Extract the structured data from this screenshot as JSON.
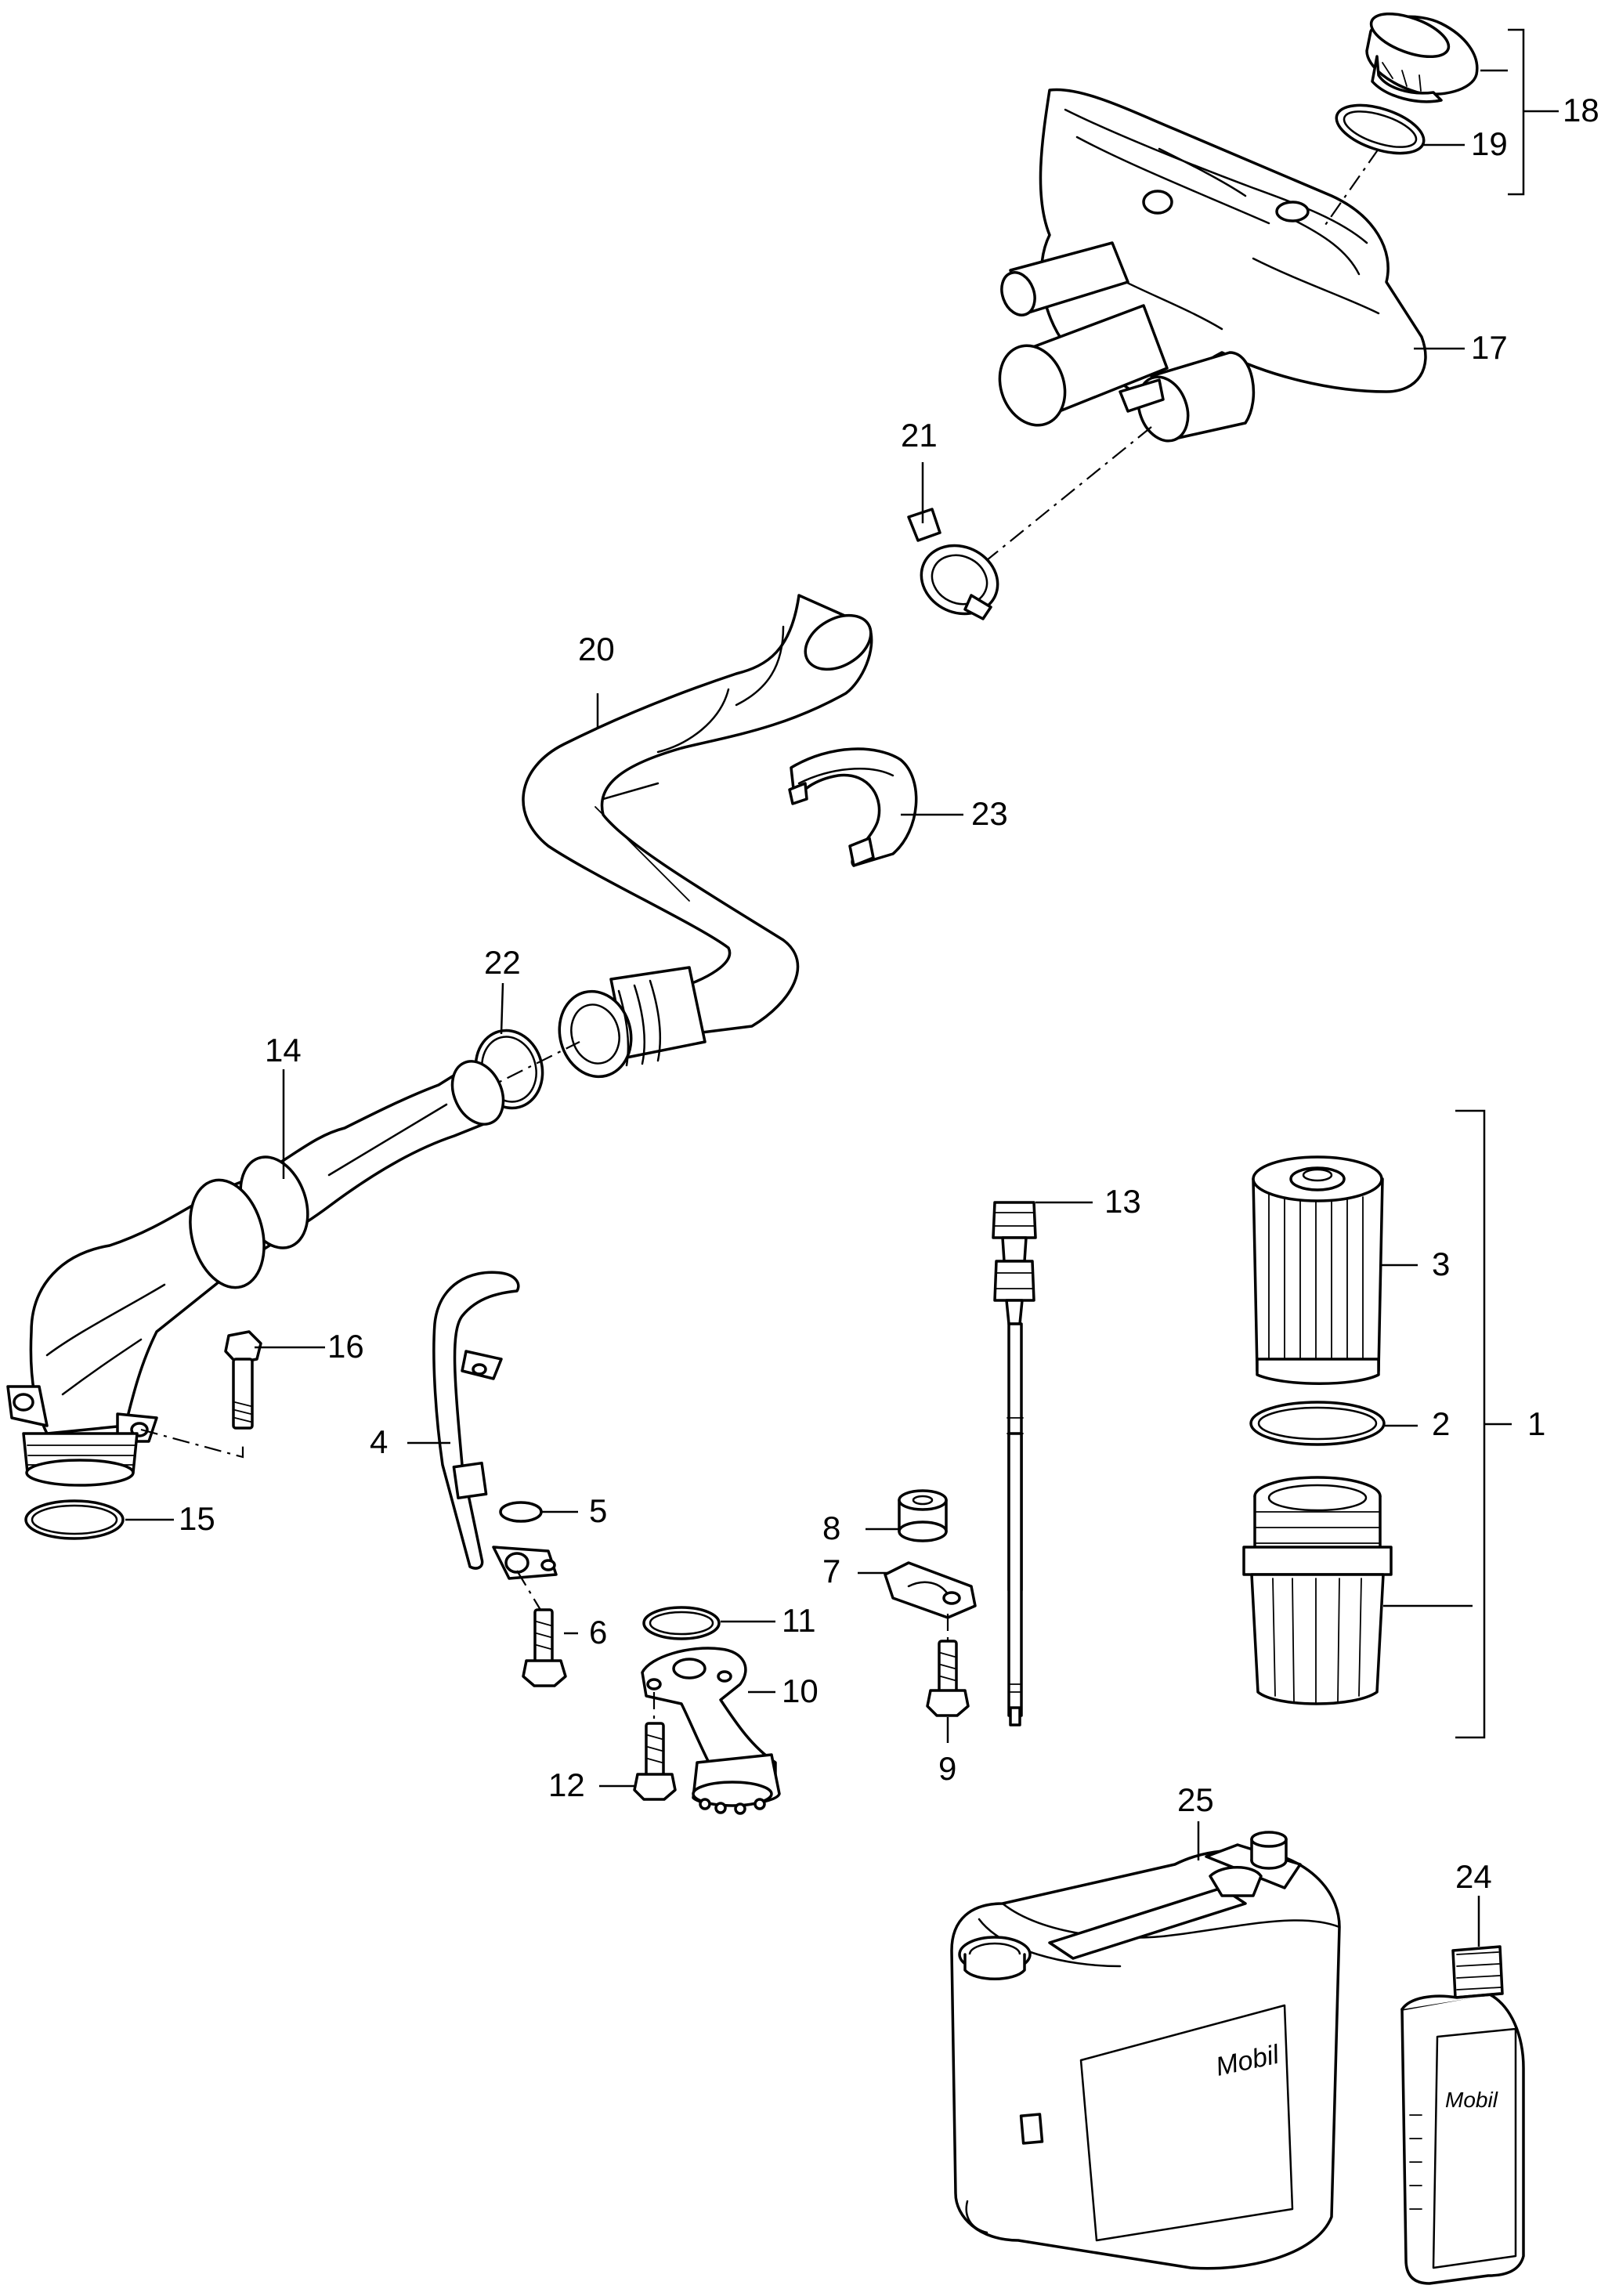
{
  "diagram": {
    "callouts": {
      "c1": "1",
      "c2": "2",
      "c3": "3",
      "c4": "4",
      "c5": "5",
      "c6": "6",
      "c7": "7",
      "c8": "8",
      "c9": "9",
      "c10": "10",
      "c11": "11",
      "c12": "12",
      "c13": "13",
      "c14": "14",
      "c15": "15",
      "c16": "16",
      "c17": "17",
      "c18": "18",
      "c19": "19",
      "c20": "20",
      "c21": "21",
      "c22": "22",
      "c23": "23",
      "c24": "24",
      "c25": "25"
    },
    "canister_brand": "Mobil",
    "bottle_brand": "Mobil"
  }
}
